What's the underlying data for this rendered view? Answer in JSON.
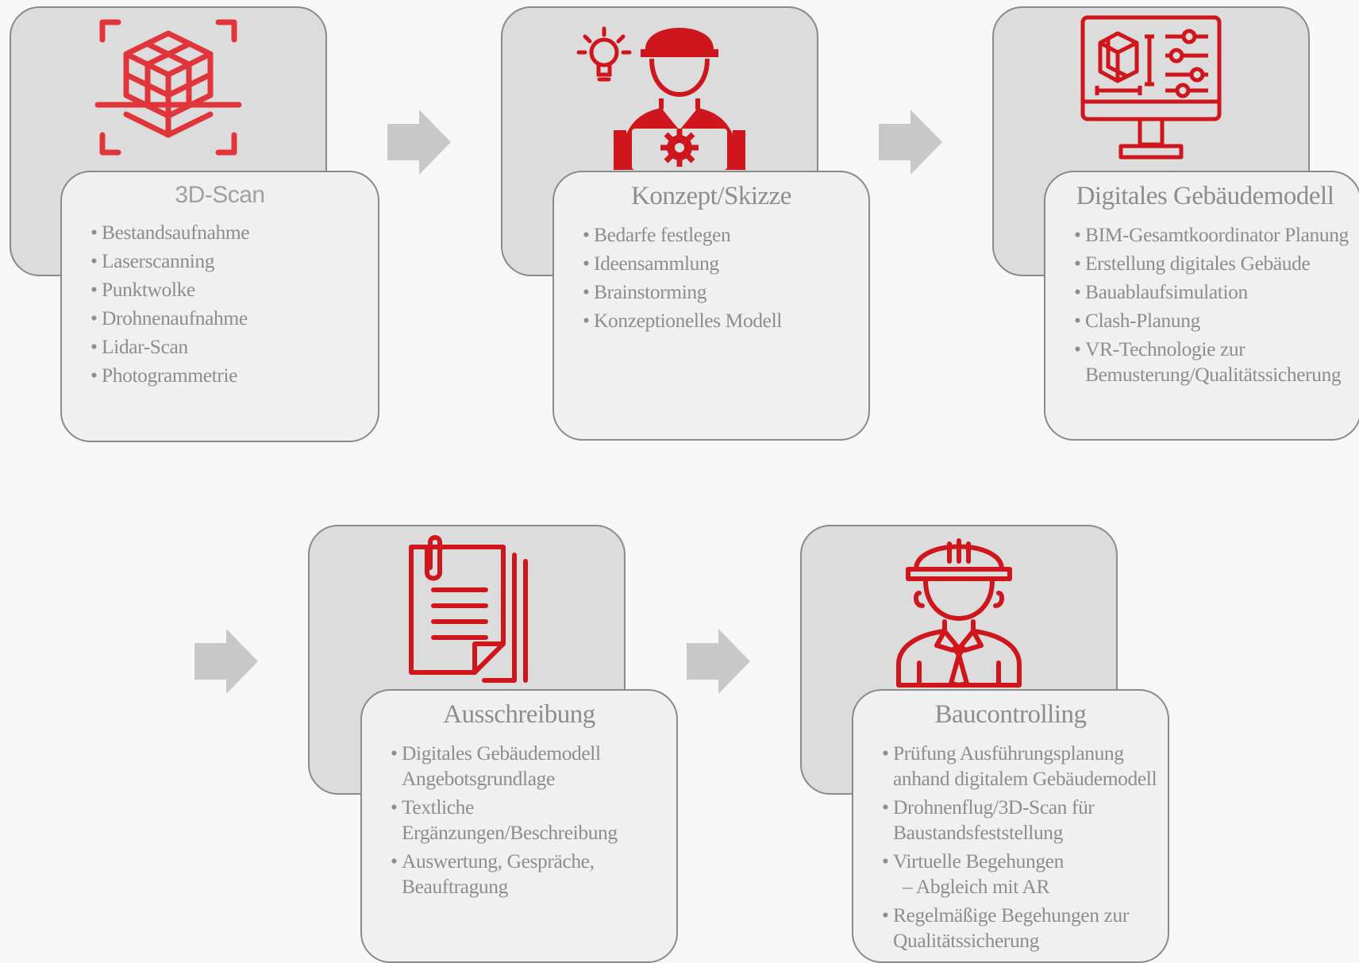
{
  "colors": {
    "accent": "#d0161d",
    "card_bg": "#dcdcdc",
    "text": "#8d8d8d"
  },
  "steps": [
    {
      "title": "3D-Scan",
      "icon": "3d-scan-icon",
      "items": [
        "Bestandsaufnahme",
        "Laserscanning",
        "Punktwolke",
        "Drohnenaufnahme",
        "Lidar-Scan",
        "Photogrammetrie"
      ]
    },
    {
      "title": "Konzept/Skizze",
      "icon": "engineer-idea-icon",
      "items": [
        "Bedarfe festlegen",
        "Ideensammlung",
        "Brainstorming",
        "Konzeptionelles Modell"
      ]
    },
    {
      "title": "Digitales  Gebäudemodell",
      "icon": "monitor-model-icon",
      "items": [
        "BIM-Gesamtkoordinator Planung",
        "Erstellung digitales Gebäude",
        "Bauablaufsimulation",
        "Clash-Planung"
      ],
      "item_multi": [
        "VR-Technologie zur",
        "Bemusterung/Qualitätssicherung"
      ]
    },
    {
      "title": "Ausschreibung",
      "icon": "document-icon",
      "items_multi": [
        [
          "Digitales Gebäudemodell",
          "Angebotsgrundlage"
        ],
        [
          "Textliche",
          "Ergänzungen/Beschreibung"
        ],
        [
          "Auswertung,  Gespräche,",
          "Beauftragung"
        ]
      ]
    },
    {
      "title": "Baucontrolling",
      "icon": "site-manager-icon",
      "items_multi": [
        [
          "Prüfung Ausführungsplanung",
          "anhand digitalem Gebäudemodell"
        ],
        [
          "Drohnenflug/3D-Scan für",
          "Baustandsfeststellung"
        ],
        [
          "Virtuelle Begehungen",
          "  – Abgleich mit AR"
        ],
        [
          "Regelmäßige Begehungen zur",
          "Qualitätssicherung"
        ]
      ]
    }
  ]
}
